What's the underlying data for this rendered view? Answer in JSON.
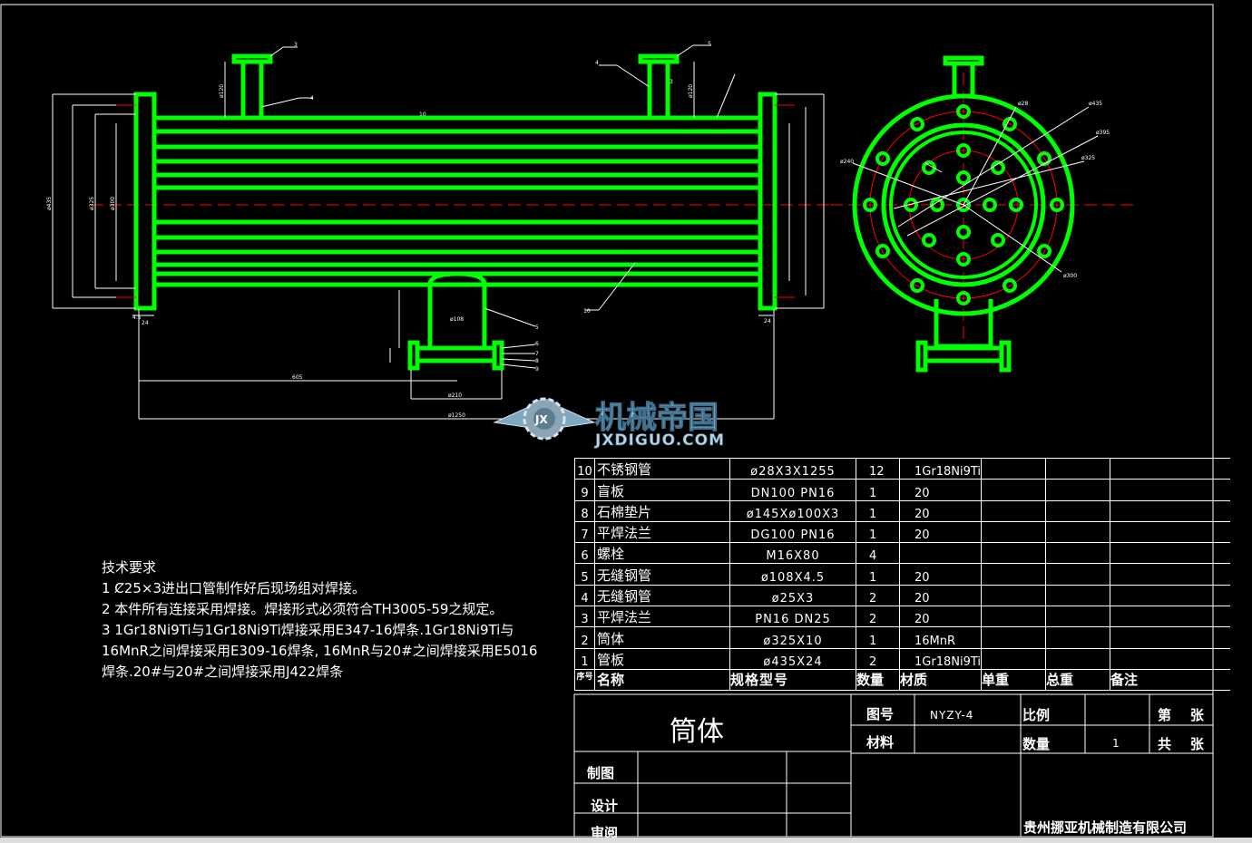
{
  "watermark": {
    "brand": "机械帝国",
    "site": "JXDIGUO.COM",
    "emblem": "JX"
  },
  "notes": {
    "title": "技术要求",
    "lines": [
      "1 Ȼ25×3进出口管制作好后现场组对焊接。",
      "2 本件所有连接采用焊接。焊接形式必须符合TH3005-59之规定。",
      "3 1Gr18Ni9Ti与1Gr18Ni9Ti焊接采用E347-16焊条.1Gr18Ni9Ti与",
      "16MnR之间焊接采用E309-16焊条, 16MnR与20#之间焊接采用E5016",
      "焊条.20#与20#之间焊接采用J422焊条"
    ]
  },
  "bom": {
    "rows": [
      {
        "no": "10",
        "name": "不锈钢管",
        "spec": "ø28X3X1255",
        "qty": "12",
        "material": "1Gr18Ni9Ti"
      },
      {
        "no": "9",
        "name": "盲板",
        "spec": "DN100 PN16",
        "qty": "1",
        "material": "20"
      },
      {
        "no": "8",
        "name": "石棉垫片",
        "spec": "ø145Xø100X3",
        "qty": "1",
        "material": "20"
      },
      {
        "no": "7",
        "name": "平焊法兰",
        "spec": "DG100  PN16",
        "qty": "1",
        "material": "20"
      },
      {
        "no": "6",
        "name": "螺栓",
        "spec": "M16X80",
        "qty": "4",
        "material": ""
      },
      {
        "no": "5",
        "name": "无缝钢管",
        "spec": "ø108X4.5",
        "qty": "1",
        "material": "20"
      },
      {
        "no": "4",
        "name": "无缝钢管",
        "spec": "ø25X3",
        "qty": "2",
        "material": "20"
      },
      {
        "no": "3",
        "name": "平焊法兰",
        "spec": "PN16 DN25",
        "qty": "2",
        "material": "20"
      },
      {
        "no": "2",
        "name": "筒体",
        "spec": "ø325X10",
        "qty": "1",
        "material": "16MnR"
      },
      {
        "no": "1",
        "name": "管板",
        "spec": "ø435X24",
        "qty": "2",
        "material": "1Gr18Ni9Ti"
      }
    ],
    "header": {
      "no": "序号",
      "name": "名称",
      "spec": "规格型号",
      "qty": "数量",
      "material": "材质",
      "unit_weight": "单重",
      "total_weight": "总重",
      "remark": "备注"
    }
  },
  "title_block": {
    "part_name": "筒体",
    "drawing_no_label": "图号",
    "drawing_no": "NYZY-4",
    "material_label": "材料",
    "scale_label": "比例",
    "quantity_label": "数量",
    "quantity": "1",
    "sheet_label": "第    张",
    "total_label": "共    张",
    "drawn_label": "制图",
    "design_label": "设计",
    "review_label": "审阅",
    "company": "贵州挪亚机械制造有限公司"
  },
  "callouts": {
    "left_view": [
      "3",
      "4",
      "5",
      "3",
      "4",
      "5",
      "6",
      "7",
      "8",
      "9",
      "10"
    ],
    "dimensions": [
      "ø120",
      "ø120",
      "ø108",
      "ø210",
      "ø1250",
      "605",
      "10",
      "24",
      "24",
      "4.5",
      "ø435",
      "ø325",
      "ø300"
    ],
    "right_view": [
      "ø435",
      "ø395",
      "ø325",
      "ø300",
      "ø240",
      "ø28"
    ]
  },
  "colors": {
    "background": "#000000",
    "part": "#00ff00",
    "line": "#ffffff",
    "center": "#ff0000",
    "flange_ring": "#00ff00"
  }
}
